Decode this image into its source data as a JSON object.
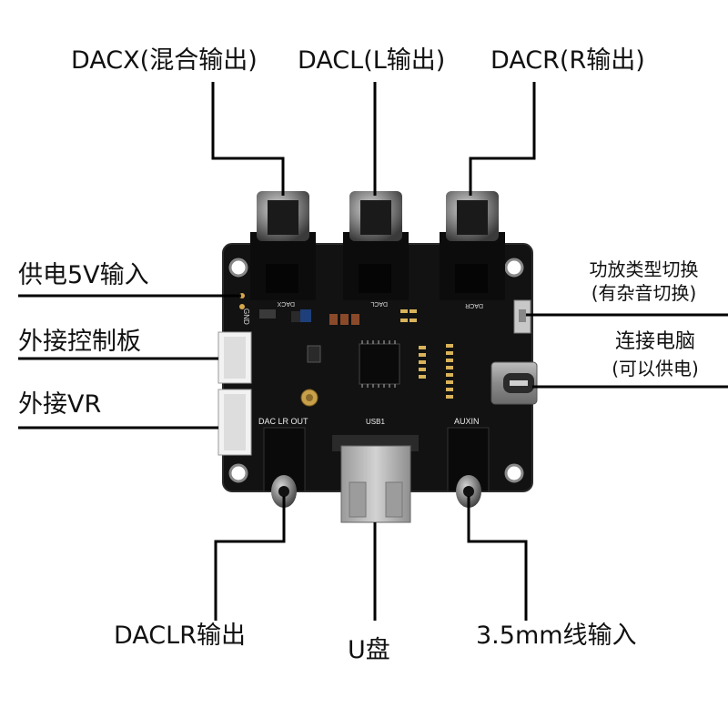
{
  "callouts": {
    "dacx": "DACX(混合输出)",
    "dacl": "DACL(L输出)",
    "dacr": "DACR(R输出)",
    "power_in": "供电5V输入",
    "ext_control": "外接控制板",
    "ext_vr": "外接VR",
    "amp_switch_line1": "功放类型切换",
    "amp_switch_line2": "(有杂音切换)",
    "pc_line1": "连接电脑",
    "pc_line2": "(可以供电)",
    "daclr_out": "DACLR输出",
    "usb_disk": "U盘",
    "aux_in": "3.5mm线输入"
  },
  "board_silkscreen": {
    "dac_lr_out": "DAC LR OUT",
    "usb1": "USB1",
    "auxin": "AUXIN",
    "gnd": "GND",
    "dacx": "DACX",
    "dacl": "DACL",
    "dacr": "DACR"
  },
  "colors": {
    "board": "#121212",
    "line": "#000000",
    "text": "#111111"
  }
}
